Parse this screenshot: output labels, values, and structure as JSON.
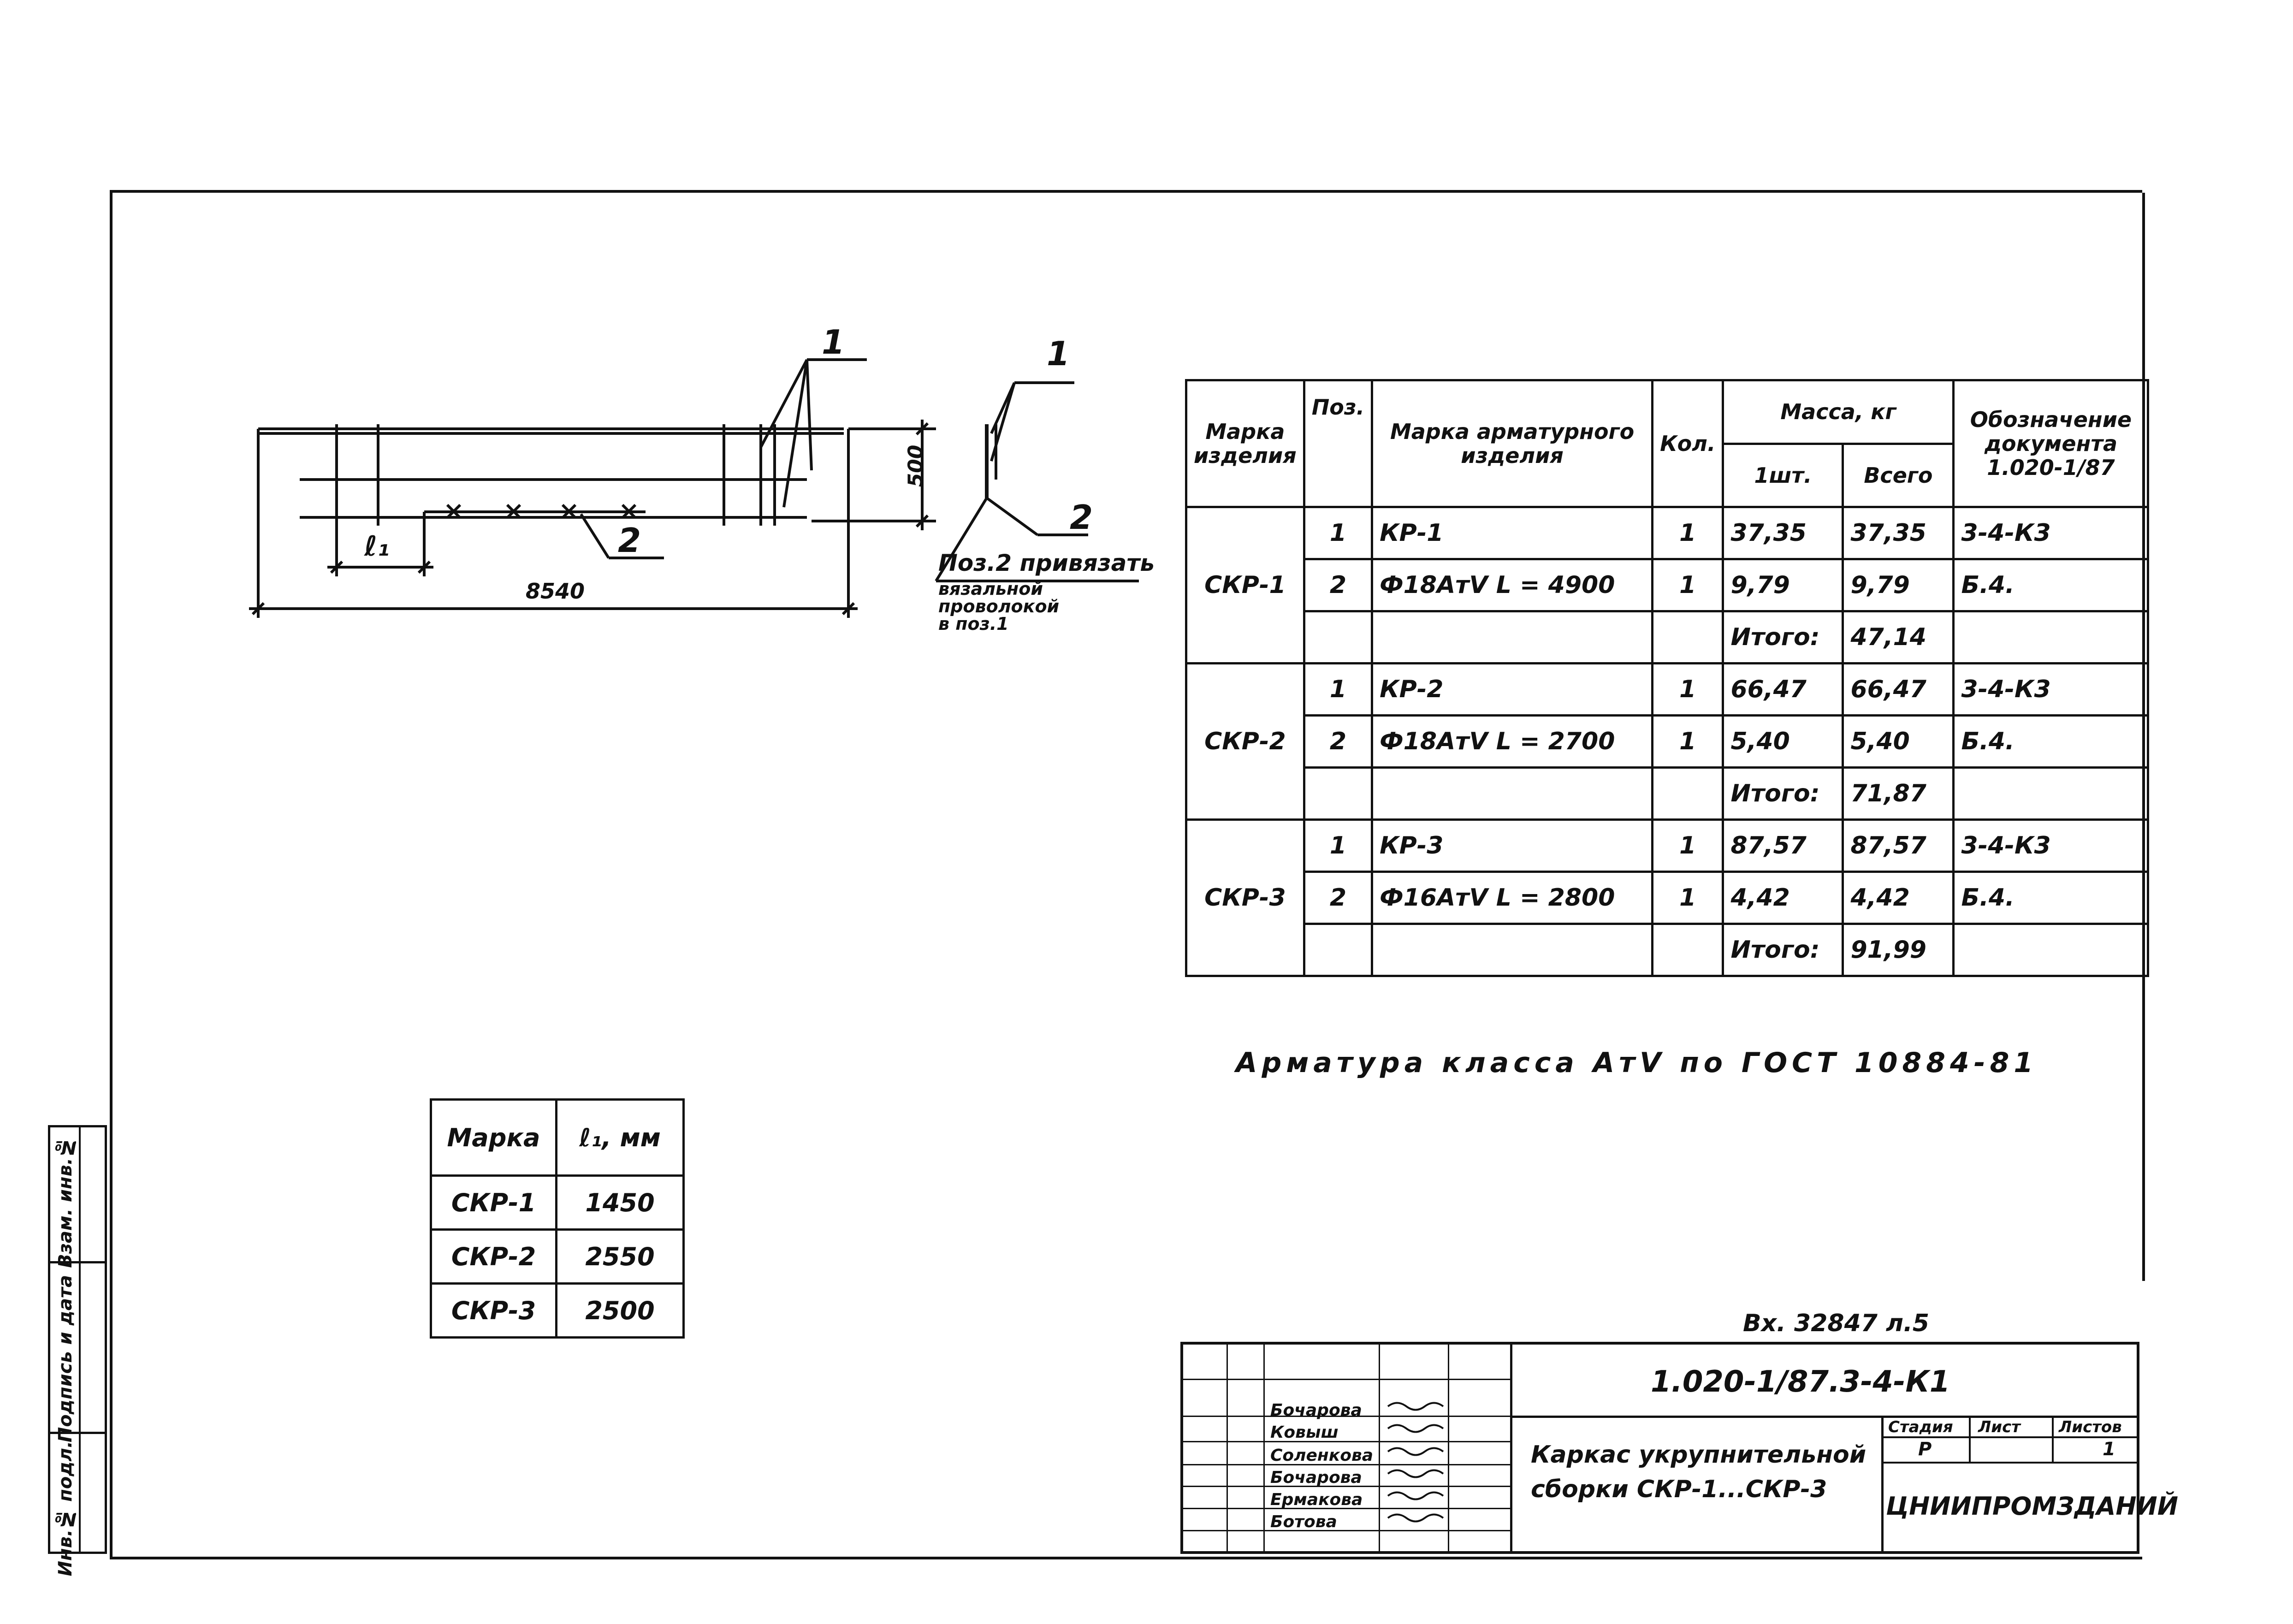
{
  "drawing": {
    "dim_length": "8540",
    "dim_height": "500",
    "dim_l1": "ℓ₁",
    "pos1_a": "1",
    "pos2_a": "2",
    "pos1_b": "1",
    "pos2_b": "2",
    "note_line1": "Поз.2 привязать",
    "note_line2": "вязальной",
    "note_line3": "проволокой",
    "note_line4": "в поз.1"
  },
  "spec_table": {
    "headers": {
      "mark": "Марка изделия",
      "pos": "Поз.",
      "armature_mark": "Марка арматурного изделия",
      "qty": "Кол.",
      "mass": "Масса, кг",
      "mass_unit": "1шт.",
      "mass_total": "Всего",
      "doc": "Обозначение документа 1.020-1/87"
    },
    "groups": [
      {
        "mark": "СКР-1",
        "rows": [
          {
            "pos": "1",
            "item": "КР-1",
            "qty": "1",
            "unit": "37,35",
            "total": "37,35",
            "doc": "3-4-К3"
          },
          {
            "pos": "2",
            "item": "Ф18АтV L = 4900",
            "qty": "1",
            "unit": "9,79",
            "total": "9,79",
            "doc": "Б.4."
          }
        ],
        "total_label": "Итого:",
        "total": "47,14"
      },
      {
        "mark": "СКР-2",
        "rows": [
          {
            "pos": "1",
            "item": "КР-2",
            "qty": "1",
            "unit": "66,47",
            "total": "66,47",
            "doc": "3-4-К3"
          },
          {
            "pos": "2",
            "item": "Ф18АтV L = 2700",
            "qty": "1",
            "unit": "5,40",
            "total": "5,40",
            "doc": "Б.4."
          }
        ],
        "total_label": "Итого:",
        "total": "71,87"
      },
      {
        "mark": "СКР-3",
        "rows": [
          {
            "pos": "1",
            "item": "КР-3",
            "qty": "1",
            "unit": "87,57",
            "total": "87,57",
            "doc": "3-4-К3"
          },
          {
            "pos": "2",
            "item": "Ф16АтV L = 2800",
            "qty": "1",
            "unit": "4,42",
            "total": "4,42",
            "doc": "Б.4."
          }
        ],
        "total_label": "Итого:",
        "total": "91,99"
      }
    ]
  },
  "note_armature": "Арматура класса АтV по ГОСТ 10884-81",
  "l1_table": {
    "headers": {
      "mark": "Марка",
      "l1": "ℓ₁, мм"
    },
    "rows": [
      {
        "mark": "СКР-1",
        "l1": "1450"
      },
      {
        "mark": "СКР-2",
        "l1": "2550"
      },
      {
        "mark": "СКР-3",
        "l1": "2500"
      }
    ]
  },
  "stamp": {
    "inv_number": "Вх. 32847 л.5",
    "designation": "1.020-1/87.3-4-К1",
    "title_line1": "Каркас укрупнительной",
    "title_line2": "сборки СКР-1...СКР-3",
    "stage_label": "Стадия",
    "sheet_label": "Лист",
    "sheets_label": "Листов",
    "stage": "Р",
    "sheet": "",
    "sheets": "1",
    "org": "ЦНИИПРОМЗДАНИЙ",
    "people": [
      "Бочарова",
      "Ковыш",
      "Соленкова",
      "Бочарова",
      "Ермакова",
      "Ботова"
    ]
  },
  "side_stamp": {
    "cell1": "Инв.№ подл.",
    "cell2": "Подпись и дата",
    "cell3": "Взам. инв.№"
  }
}
